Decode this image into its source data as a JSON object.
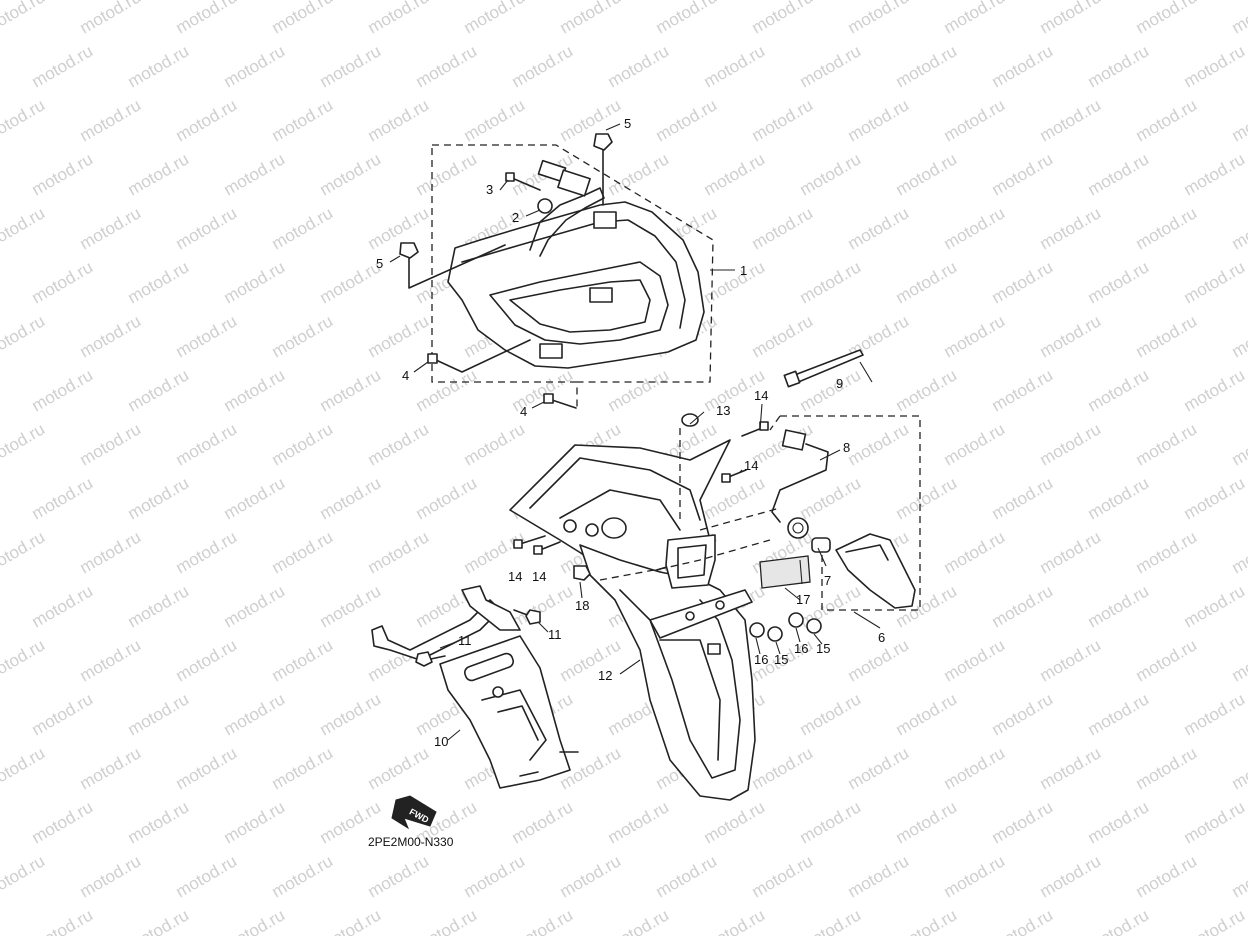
{
  "watermark": {
    "text": "motod.ru"
  },
  "diagram_code": "2PE2M00-N330",
  "fwd_label": "FWD",
  "callouts": [
    {
      "label": "1"
    },
    {
      "label": "2"
    },
    {
      "label": "3"
    },
    {
      "label": "4"
    },
    {
      "label": "4"
    },
    {
      "label": "5"
    },
    {
      "label": "5"
    },
    {
      "label": "6"
    },
    {
      "label": "7"
    },
    {
      "label": "8"
    },
    {
      "label": "9"
    },
    {
      "label": "10"
    },
    {
      "label": "11"
    },
    {
      "label": "11"
    },
    {
      "label": "12"
    },
    {
      "label": "13"
    },
    {
      "label": "14"
    },
    {
      "label": "14"
    },
    {
      "label": "14"
    },
    {
      "label": "14"
    },
    {
      "label": "15"
    },
    {
      "label": "15"
    },
    {
      "label": "16"
    },
    {
      "label": "16"
    },
    {
      "label": "17"
    },
    {
      "label": "18"
    }
  ]
}
